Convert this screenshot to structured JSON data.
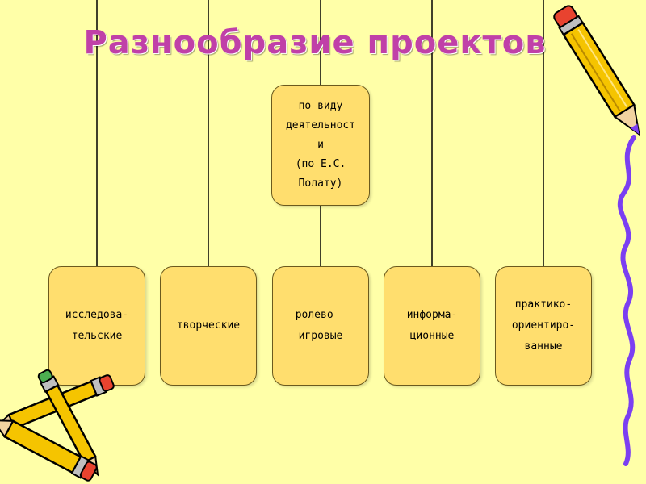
{
  "title": "Разнообразие проектов",
  "center": {
    "label": "по виду\nдеятельност\n      и\n(по Е.С.\nПолату)"
  },
  "categories": [
    {
      "label": "исследова-\nтельские"
    },
    {
      "label": "творческие"
    },
    {
      "label": "ролево –\nигровые"
    },
    {
      "label": "информа-\nционные"
    },
    {
      "label": "практико-\nориентиро-\nванные"
    }
  ],
  "colors": {
    "background": "#FFFFA8",
    "box_fill": "#FFDE6E",
    "title": "#C040A8",
    "connector": "#000000",
    "squiggle": "#7B3FF2",
    "pencil_body": "#F5C400"
  },
  "decorations": [
    "pencil-icon",
    "crossed-pencils-icon",
    "squiggle-line"
  ]
}
